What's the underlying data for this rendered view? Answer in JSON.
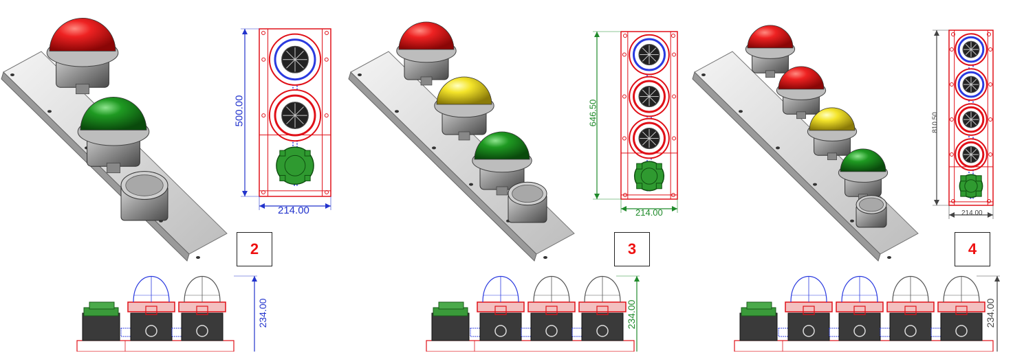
{
  "colors": {
    "red": "#e8141c",
    "green": "#178a1c",
    "yellow": "#f0e020",
    "blue": "#2a3adf",
    "outline": "#e01018",
    "dim_blue": "#2233cc",
    "dim_green": "#1f8a2a",
    "label_red": "#ee1111"
  },
  "configs": [
    {
      "label": "2",
      "lamps_iso": [
        "red",
        "green"
      ],
      "front_lamps": [
        "blue",
        "red"
      ],
      "front_height": "500.00",
      "front_width": "214.00",
      "side_height": "234.00",
      "dim_color": "blue"
    },
    {
      "label": "3",
      "lamps_iso": [
        "red",
        "yellow",
        "green"
      ],
      "front_lamps": [
        "blue",
        "red",
        "red"
      ],
      "front_height": "646.50",
      "front_width": "214.00",
      "side_height": "234.00",
      "dim_color": "green"
    },
    {
      "label": "4",
      "lamps_iso": [
        "red",
        "red",
        "yellow",
        "green"
      ],
      "front_lamps": [
        "blue",
        "blue",
        "red",
        "red"
      ],
      "front_height": "810.50",
      "front_width": "214.00",
      "side_height": "234.00",
      "dim_color": "gray"
    }
  ]
}
